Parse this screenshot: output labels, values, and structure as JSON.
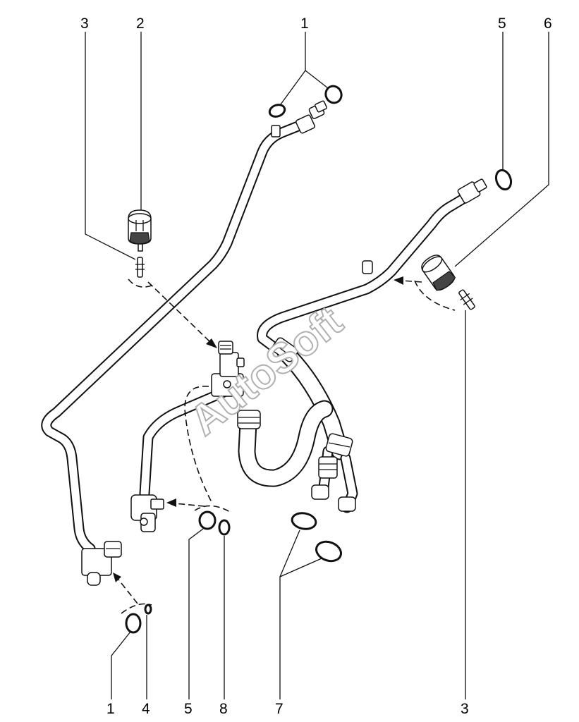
{
  "watermark": "AutoSoft",
  "callouts_top": [
    "3",
    "2",
    "1",
    "5",
    "6"
  ],
  "callouts_bottom": [
    "1",
    "4",
    "5",
    "8",
    "7",
    "3"
  ]
}
